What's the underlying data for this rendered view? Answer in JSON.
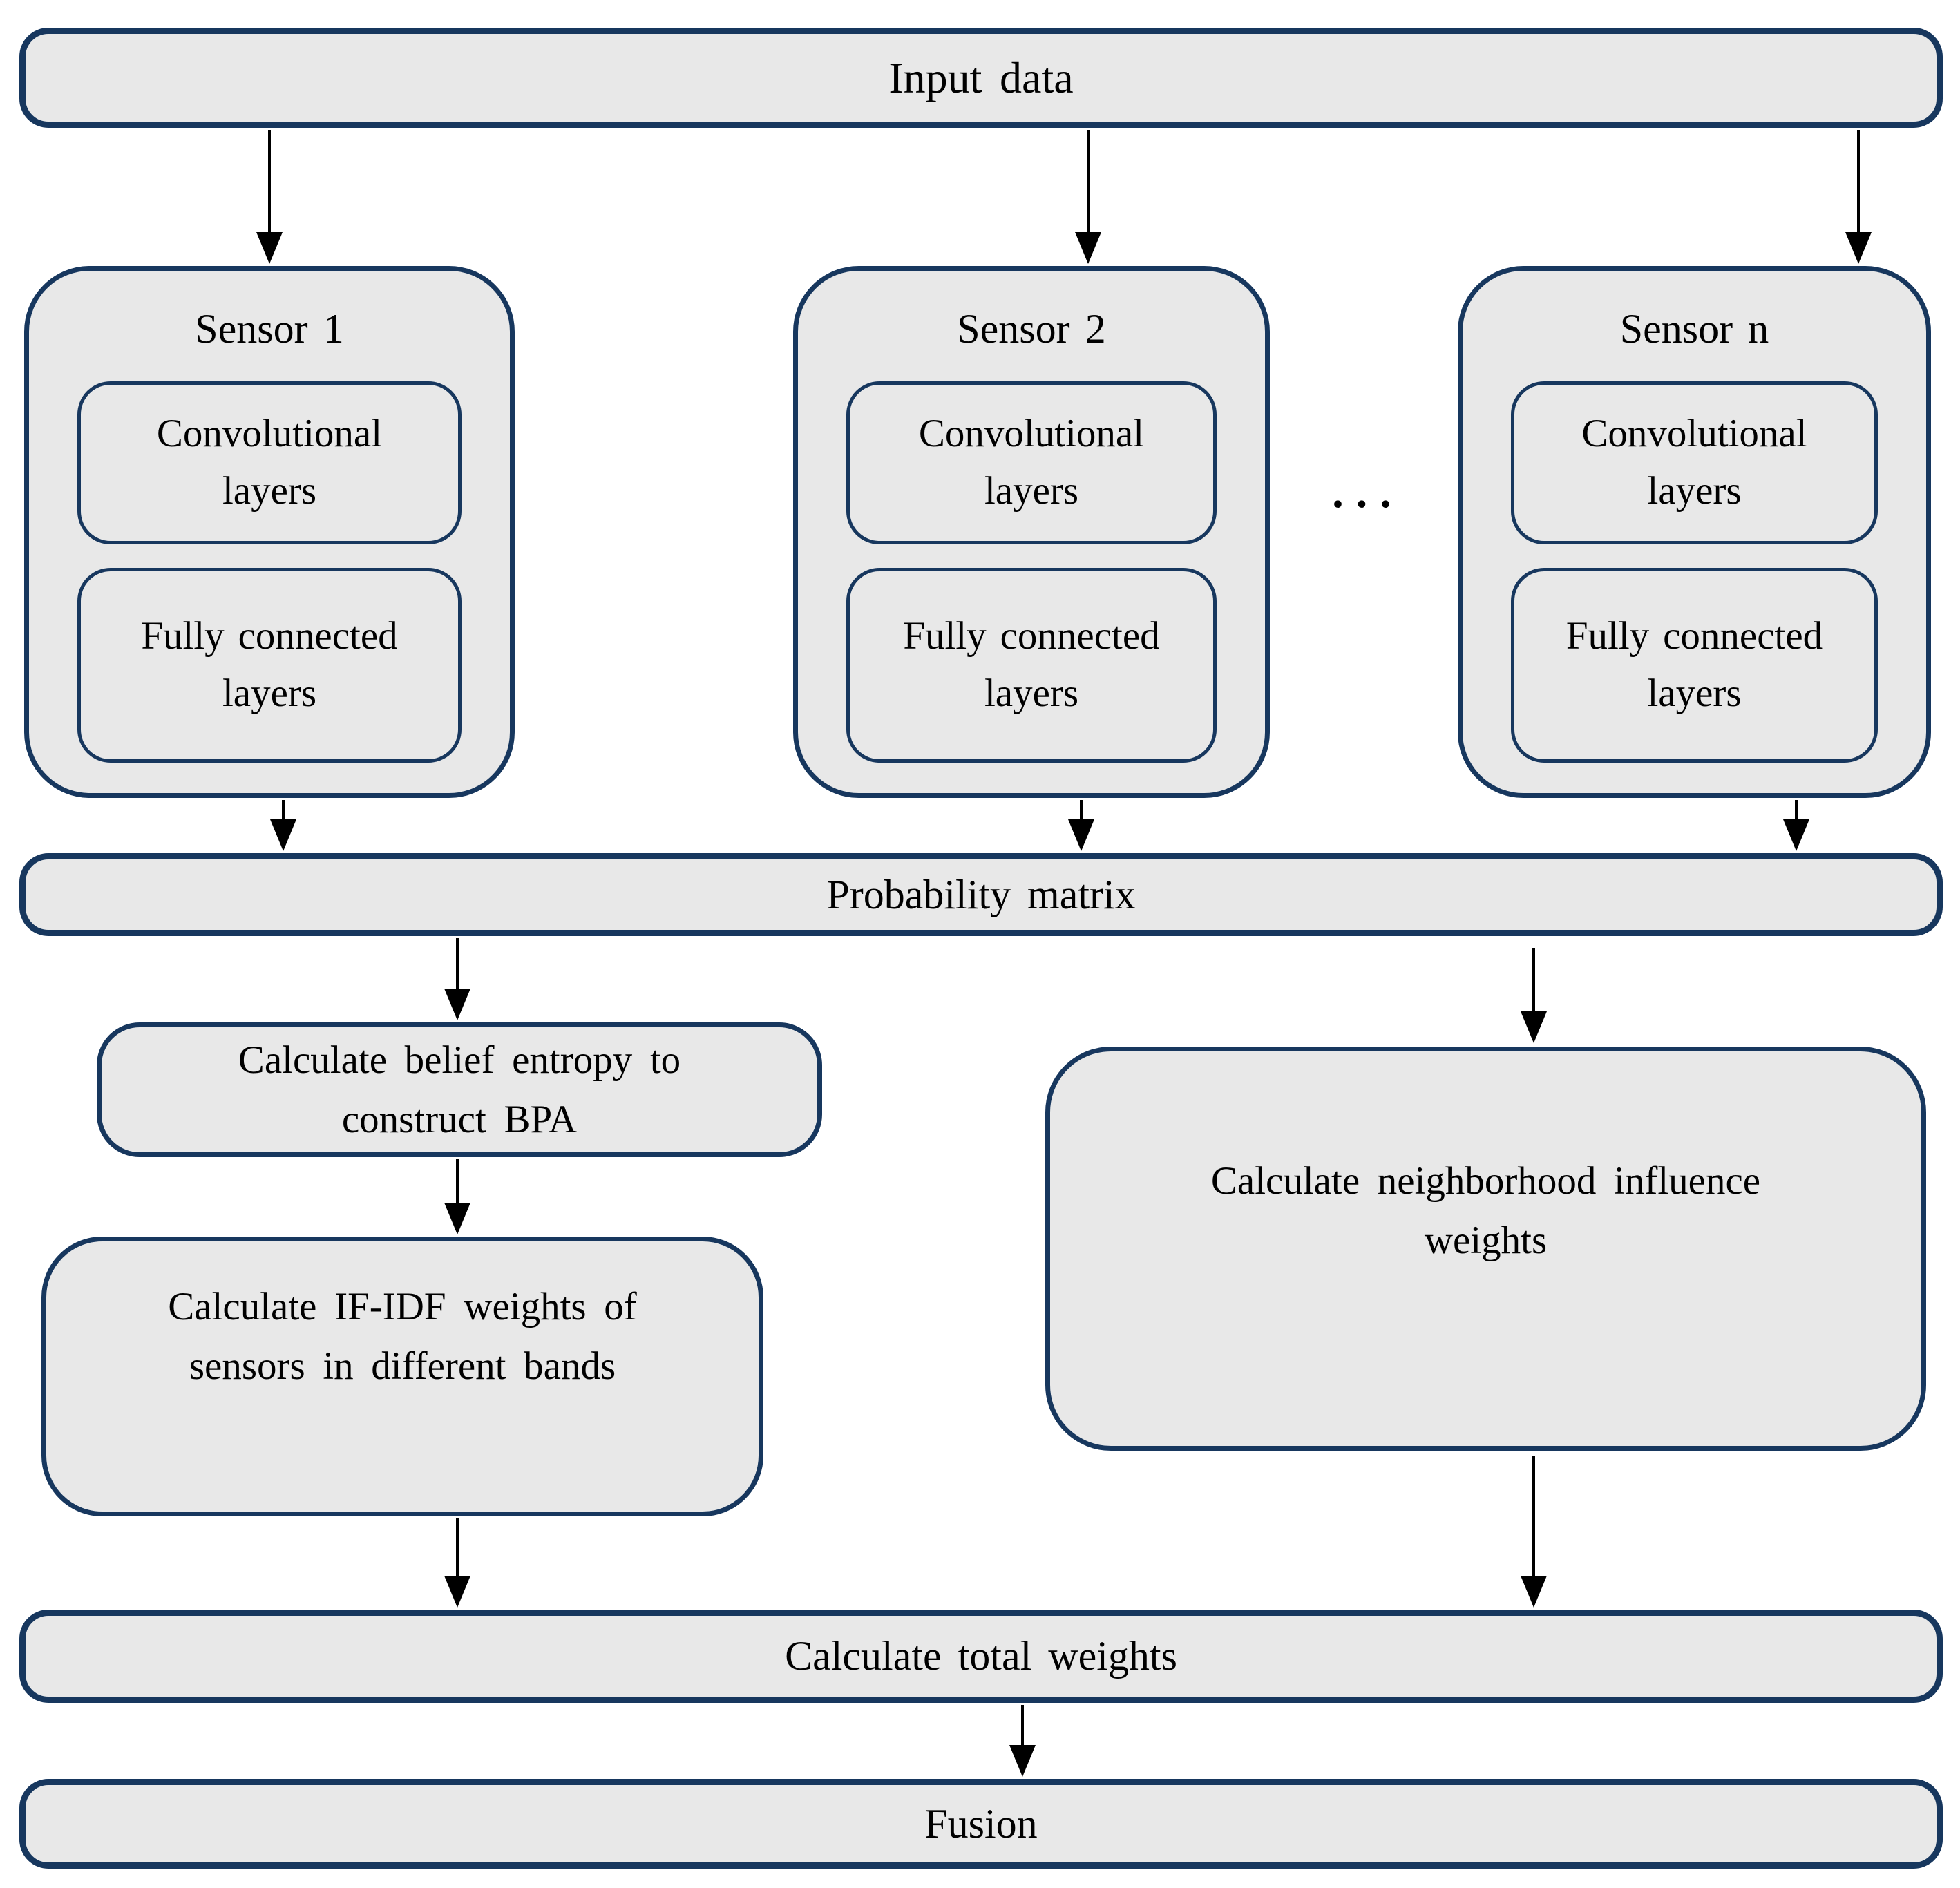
{
  "colors": {
    "box_fill": "#e8e8e8",
    "box_border": "#17375e",
    "arrow": "#000000",
    "text": "#000000"
  },
  "nodes": {
    "input": {
      "label": "Input data"
    },
    "sensors": [
      {
        "title": "Sensor 1",
        "conv": "Convolutional\nlayers",
        "fc": "Fully connected\nlayers"
      },
      {
        "title": "Sensor 2",
        "conv": "Convolutional\nlayers",
        "fc": "Fully connected\nlayers"
      },
      {
        "title": "Sensor n",
        "conv": "Convolutional\nlayers",
        "fc": "Fully connected\nlayers"
      }
    ],
    "ellipsis": "...",
    "probability": {
      "label": "Probability matrix"
    },
    "belief": {
      "label": "Calculate belief entropy to\nconstruct BPA"
    },
    "ifidf": {
      "label": "Calculate IF-IDF weights of\nsensors in different bands"
    },
    "neighborhood": {
      "label": "Calculate neighborhood influence\nweights"
    },
    "total": {
      "label": "Calculate total weights"
    },
    "fusion": {
      "label": "Fusion"
    }
  }
}
